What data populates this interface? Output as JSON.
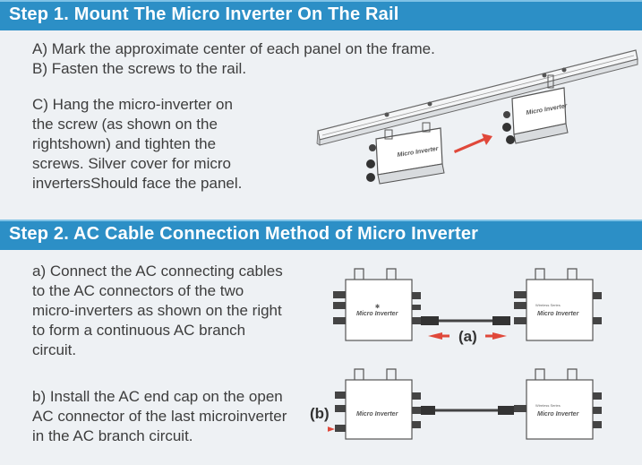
{
  "step1": {
    "title": "Step 1. Mount The Micro Inverter On The Rail",
    "line_a": "A) Mark the approximate center of each panel on the frame.",
    "line_b": "B) Fasten the screws to the rail.",
    "line_c": [
      "C) Hang the micro-inverter on",
      "the screw (as shown on the",
      "rightshown) and tighten the",
      "screws. Silver cover for micro",
      "invertersShould face the panel."
    ]
  },
  "step2": {
    "title": "Step 2. AC Cable Connection Method of Micro Inverter",
    "para_a": [
      "a) Connect the AC connecting cables",
      "to the AC connectors of the two",
      "micro-inverters as shown on the right",
      "to form a continuous AC branch",
      "circuit."
    ],
    "para_b": [
      "b) Install the AC end cap on the open",
      "AC connector of the last microinverter",
      "in the AC branch circuit."
    ],
    "label_a": "(a)",
    "label_b": "(b)"
  },
  "device": {
    "brand_line": "Micro Inverter",
    "small_line": "Wireless Series"
  },
  "colors": {
    "header_bg": "#2c8fc6",
    "arrow": "#e0483a",
    "page_bg": "#eef1f4"
  }
}
